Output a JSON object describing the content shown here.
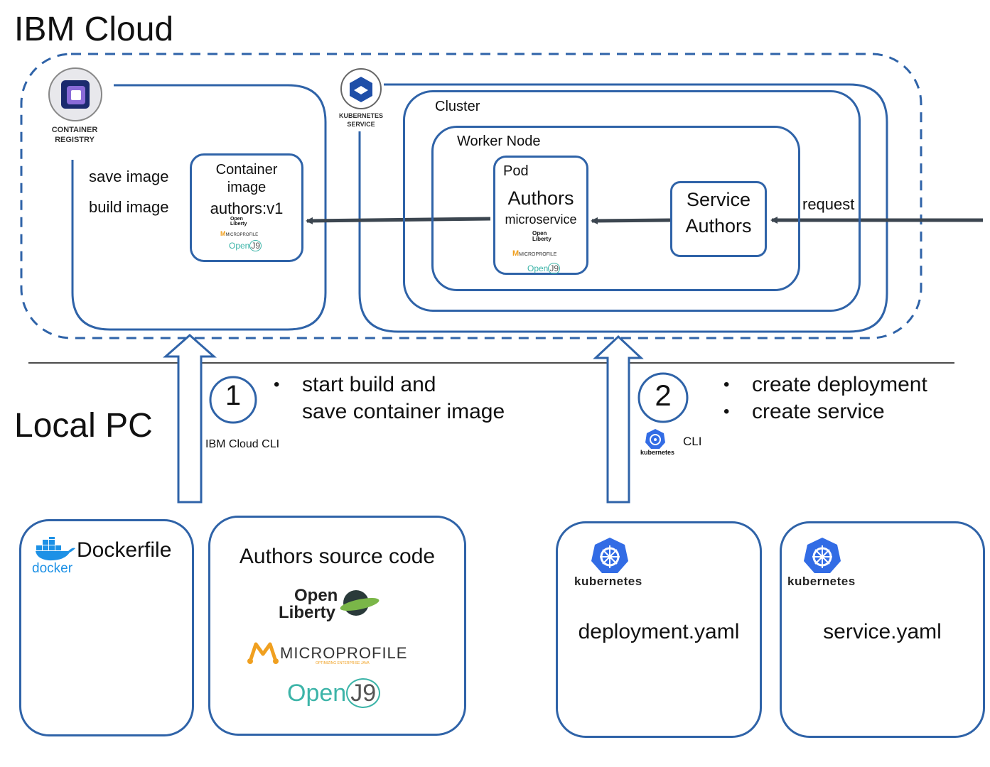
{
  "regions": {
    "cloud_title": "IBM Cloud",
    "local_title": "Local PC"
  },
  "registry": {
    "logo_text": "CONTAINER REGISTRY",
    "actions": [
      "save image",
      "build image"
    ],
    "image_box": {
      "line1": "Container",
      "line2": "image",
      "tag": "authors:v1"
    }
  },
  "kubernetes_service": {
    "logo_text": "KUBERNETES SERVICE",
    "cluster_label": "Cluster",
    "worker_label": "Worker Node",
    "pod": {
      "label": "Pod",
      "name": "Authors",
      "sub": "microservice"
    },
    "service": {
      "line1": "Service",
      "line2": "Authors"
    },
    "request_label": "request"
  },
  "steps": [
    {
      "number": "1",
      "tool": "IBM Cloud CLI",
      "bullets": [
        "start build and\nsave container image"
      ]
    },
    {
      "number": "2",
      "tool": "CLI",
      "tool_logo": "kubernetes",
      "bullets": [
        "create deployment",
        "create service"
      ]
    }
  ],
  "local_files": {
    "dockerfile": {
      "label": "Dockerfile",
      "logo": "docker"
    },
    "source": {
      "label": "Authors source code"
    },
    "deployment": {
      "logo": "kubernetes",
      "label": "deployment.yaml"
    },
    "service": {
      "logo": "kubernetes",
      "label": "service.yaml"
    }
  },
  "tech_logos": {
    "openliberty_1": "Open",
    "openliberty_2": "Liberty",
    "microprofile": "MICROPROFILE",
    "microprofile_tagline": "OPTIMIZING ENTERPRISE JAVA",
    "openj9_a": "Open",
    "openj9_b": "J9"
  },
  "colors": {
    "box_border": "#2f63a8",
    "arrow": "#3c4650",
    "k8s_blue": "#326ce5",
    "microprofile_orange": "#f0a020",
    "openj9_teal": "#3cb4a8",
    "docker_blue": "#1d91e6"
  }
}
